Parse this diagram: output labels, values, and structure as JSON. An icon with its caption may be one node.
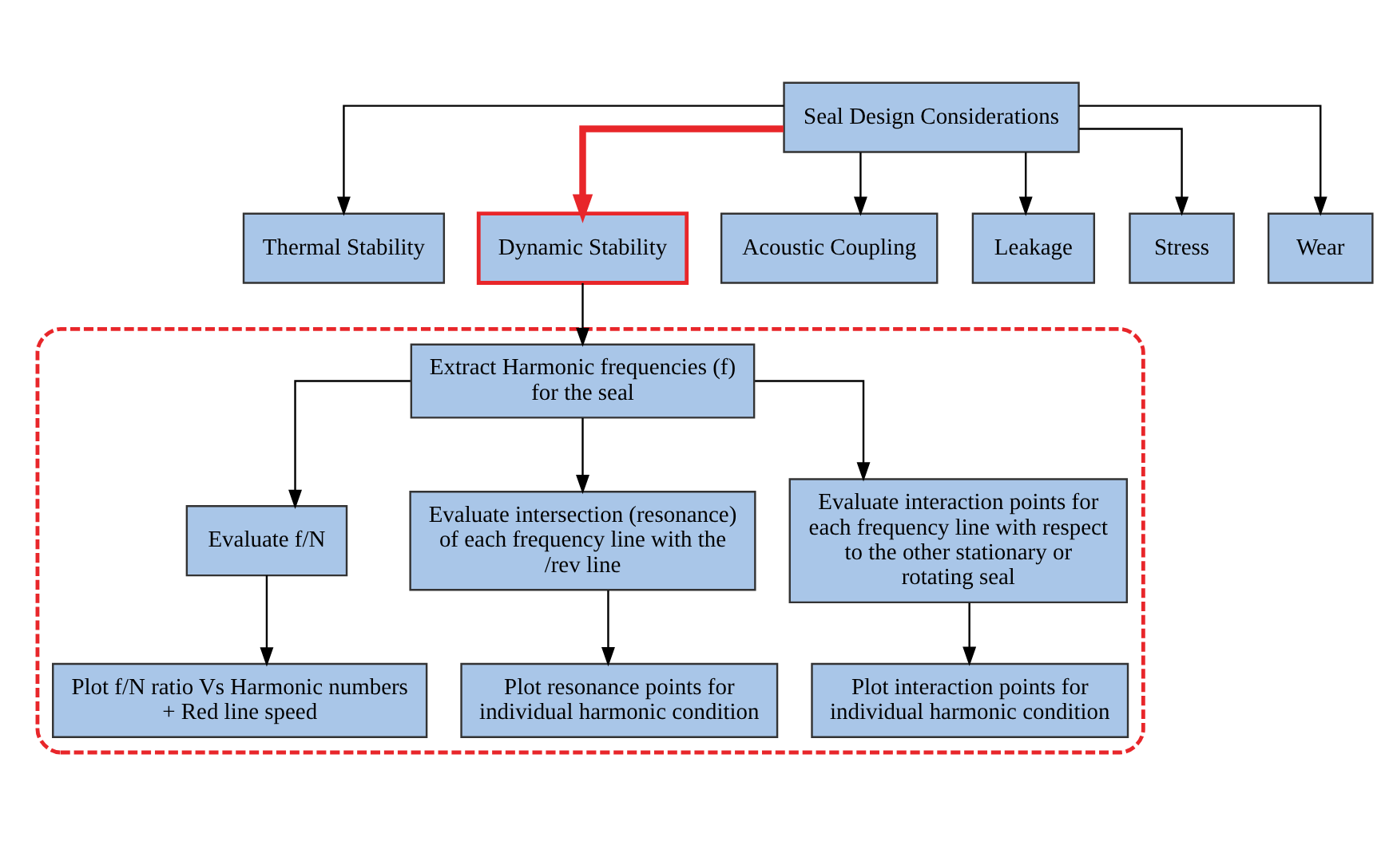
{
  "diagram": {
    "nodes": [
      {
        "text": [
          "Seal Design Considerations"
        ]
      },
      {
        "text": [
          "Thermal Stability"
        ]
      },
      {
        "text": [
          "Dynamic Stability"
        ]
      },
      {
        "text": [
          "Acoustic Coupling"
        ]
      },
      {
        "text": [
          "Leakage"
        ]
      },
      {
        "text": [
          "Stress"
        ]
      },
      {
        "text": [
          "Wear"
        ]
      },
      {
        "text": [],
        "shape": "box"
      },
      {
        "text": [
          "Extract Harmonic frequencies (f) for the seal"
        ],
        "in": 7
      },
      {
        "text": [
          "Evaluate f/N"
        ],
        "in": 7
      },
      {
        "text": [
          "Evaluate intersection (resonance) of each frequency line with the /rev line"
        ],
        "in": 7
      },
      {
        "text": [
          "Evaluate interaction points for each frequency line with respect to the other stationary or rotating seal"
        ],
        "in": 7
      },
      {
        "text": [
          "Plot f/N ratio Vs Harmonic numbers + Red line speed"
        ],
        "in": 7
      },
      {
        "text": [
          "Plot resonance points for individual harmonic condition"
        ],
        "in": 7
      },
      {
        "text": [
          "Plot interaction points for individual harmonic condition"
        ],
        "in": 7
      }
    ],
    "edges": [
      {
        "from": 0,
        "to": 1,
        "arrow": "to"
      },
      {
        "from": 0,
        "to": 2,
        "arrow": "to",
        "style": "thick",
        "color": "#e8262a"
      },
      {
        "from": 0,
        "to": 3,
        "arrow": "to"
      },
      {
        "from": 0,
        "to": 4,
        "arrow": "to"
      },
      {
        "from": 0,
        "to": 5,
        "arrow": "to"
      },
      {
        "from": 0,
        "to": 6,
        "arrow": "to"
      },
      {
        "from": 2,
        "to": 8,
        "arrow": "to"
      },
      {
        "from": 8,
        "to": 9,
        "arrow": "to"
      },
      {
        "from": 8,
        "to": 10,
        "arrow": "to"
      },
      {
        "from": 8,
        "to": 11,
        "arrow": "to"
      },
      {
        "from": 9,
        "to": 12,
        "arrow": "to"
      },
      {
        "from": 10,
        "to": 13,
        "arrow": "to"
      },
      {
        "from": 11,
        "to": 14,
        "arrow": "to"
      }
    ]
  }
}
